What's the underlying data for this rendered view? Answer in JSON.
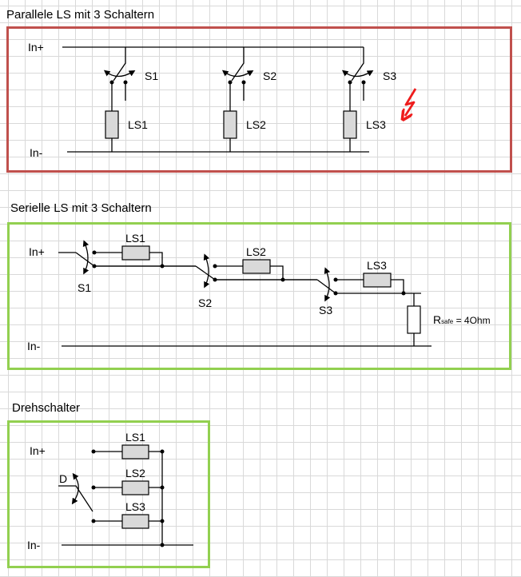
{
  "sections": {
    "parallel": {
      "title": "Parallele LS mit 3 Schaltern",
      "border_color": "#c0504d",
      "in_plus": "In+",
      "in_minus": "In-",
      "switches": [
        "S1",
        "S2",
        "S3"
      ],
      "loads": [
        "LS1",
        "LS2",
        "LS3"
      ],
      "fault_icon": "lightning-bolt",
      "fault_color": "#ee1c1c"
    },
    "serial": {
      "title": "Serielle LS mit 3 Schaltern",
      "border_color": "#92d050",
      "in_plus": "In+",
      "in_minus": "In-",
      "switches": [
        "S1",
        "S2",
        "S3"
      ],
      "loads": [
        "LS1",
        "LS2",
        "LS3"
      ],
      "rsafe": {
        "symbol": "R",
        "subscript": "safe",
        "value": " = 4Ohm"
      }
    },
    "rotary": {
      "title": "Drehschalter",
      "border_color": "#92d050",
      "in_plus": "In+",
      "in_minus": "In-",
      "switch": "D",
      "loads": [
        "LS1",
        "LS2",
        "LS3"
      ]
    }
  }
}
